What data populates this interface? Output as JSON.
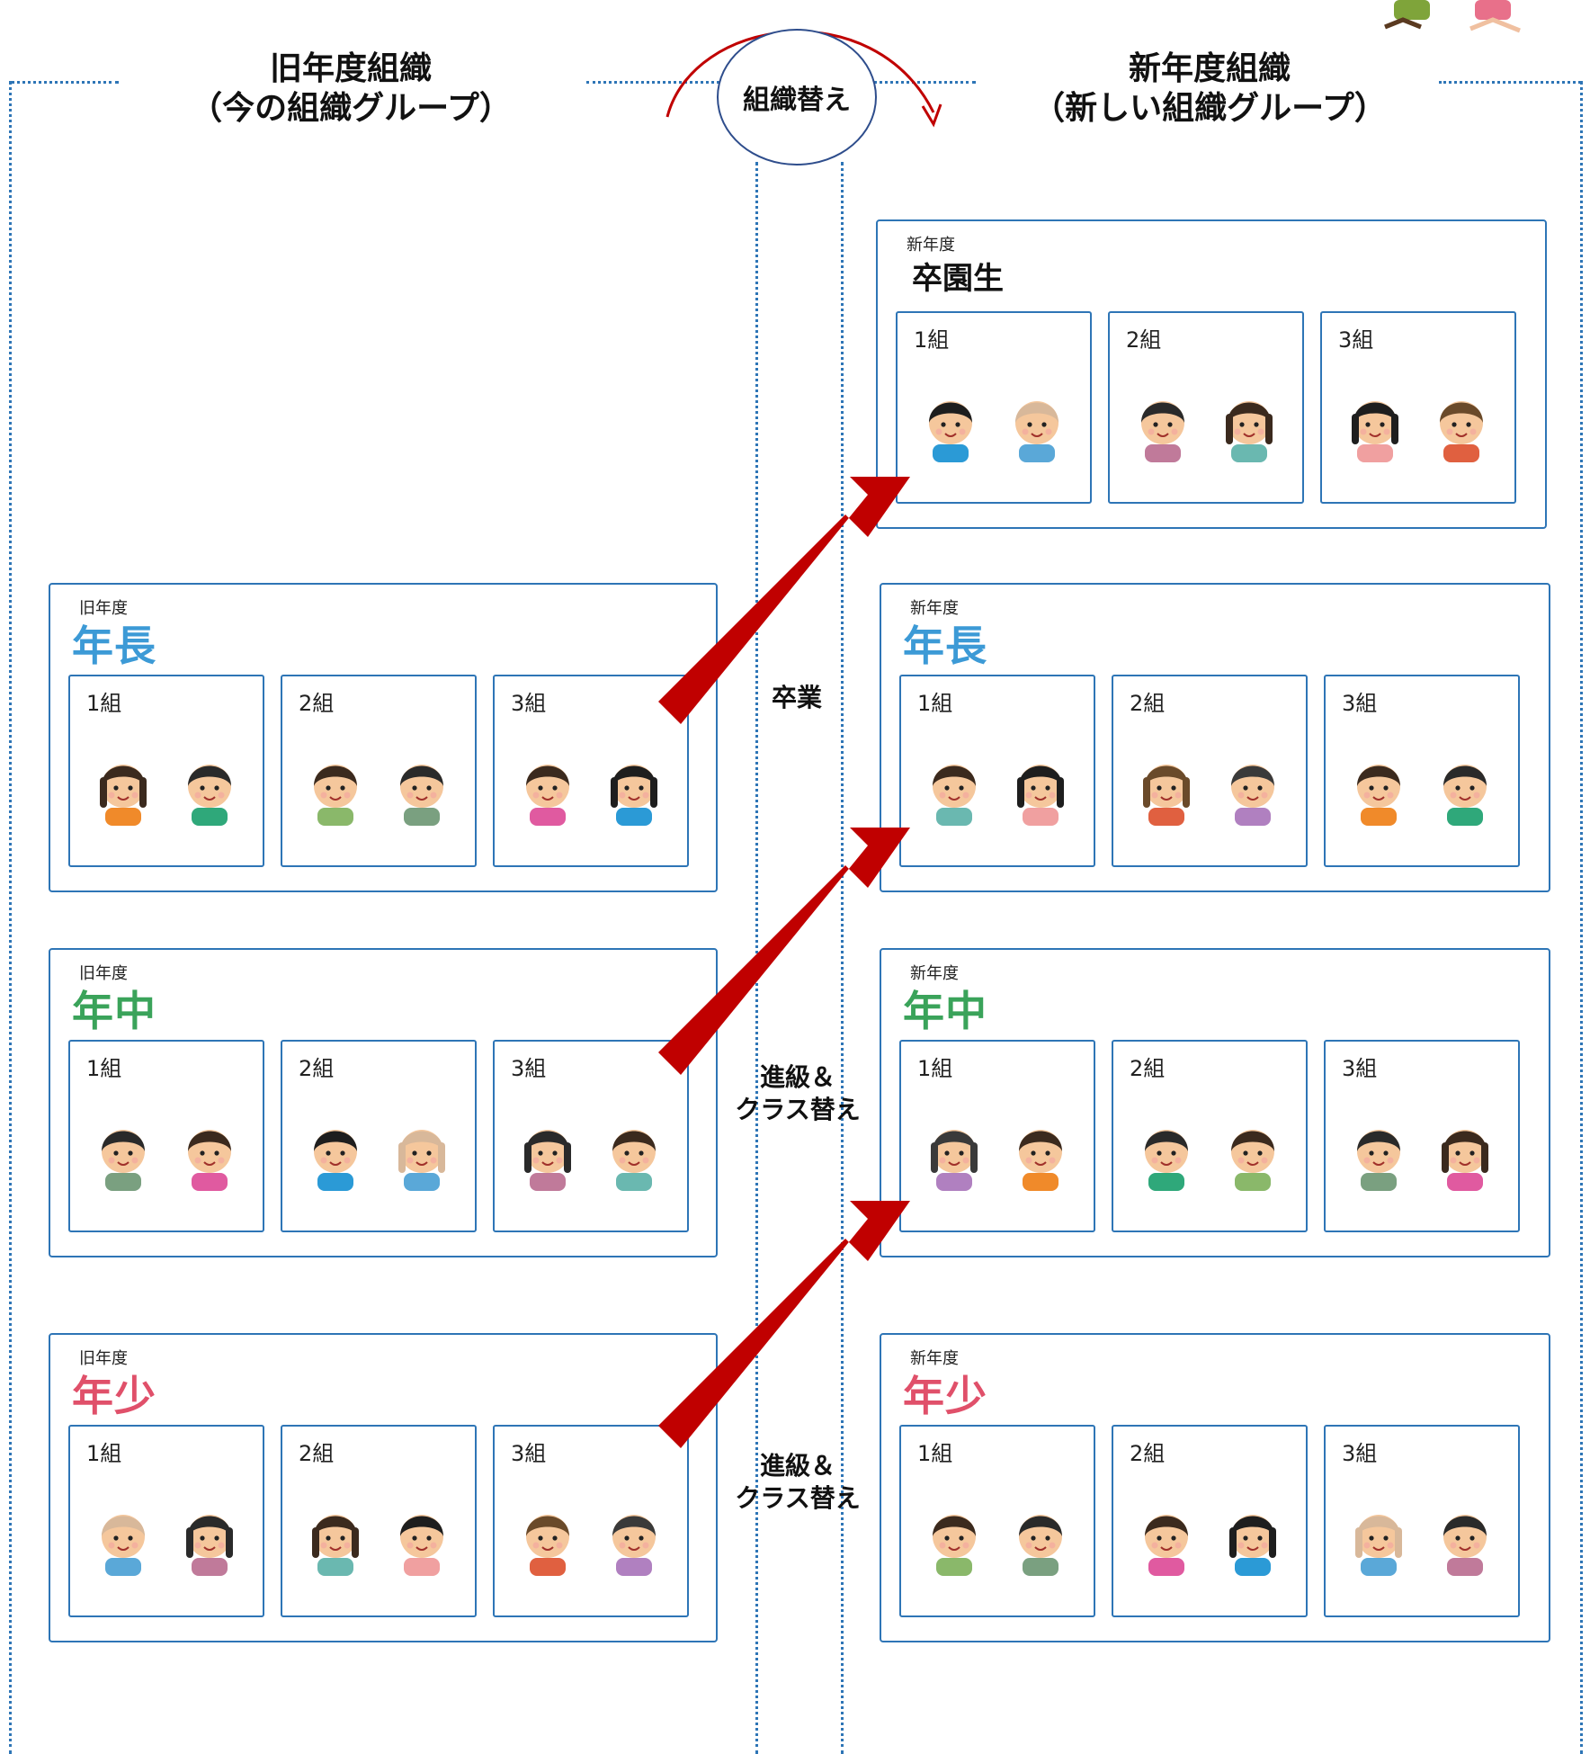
{
  "old_org": {
    "title_line1": "旧年度組織",
    "title_line2": "（今の組織グループ）"
  },
  "new_org": {
    "title_line1": "新年度組織",
    "title_line2": "（新しい組織グループ）"
  },
  "center_badge": "組織替え",
  "transitions": {
    "graduate": "卒業",
    "promote1_line1": "進級＆",
    "promote1_line2": "クラス替え",
    "promote2_line1": "進級＆",
    "promote2_line2": "クラス替え"
  },
  "colors": {
    "frame_blue": "#2e75b6",
    "arrow_red": "#c00000",
    "nencho_blue": "#3c9ad6",
    "nenchu_green": "#3aa35a",
    "nensho_red": "#e0506a"
  },
  "old_groups": [
    {
      "prefix": "旧年度",
      "name": "年長",
      "color": "#3c9ad6",
      "classes": [
        "1組",
        "2組",
        "3組"
      ]
    },
    {
      "prefix": "旧年度",
      "name": "年中",
      "color": "#3aa35a",
      "classes": [
        "1組",
        "2組",
        "3組"
      ]
    },
    {
      "prefix": "旧年度",
      "name": "年少",
      "color": "#e0506a",
      "classes": [
        "1組",
        "2組",
        "3組"
      ]
    }
  ],
  "new_groups": [
    {
      "prefix": "新年度",
      "name": "卒園生",
      "classes": [
        "1組",
        "2組",
        "3組"
      ]
    },
    {
      "prefix": "新年度",
      "name": "年長",
      "color": "#3c9ad6",
      "classes": [
        "1組",
        "2組",
        "3組"
      ]
    },
    {
      "prefix": "新年度",
      "name": "年中",
      "color": "#3aa35a",
      "classes": [
        "1組",
        "2組",
        "3組"
      ]
    },
    {
      "prefix": "新年度",
      "name": "年少",
      "color": "#e0506a",
      "classes": [
        "1組",
        "2組",
        "3組"
      ]
    }
  ]
}
